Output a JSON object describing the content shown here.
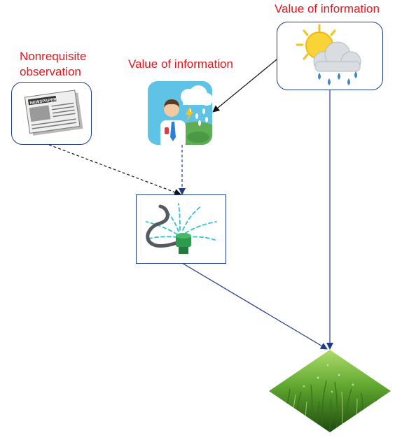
{
  "labels": {
    "weather_voi": "Value of information",
    "forecast_voi": "Value of information",
    "newspaper_line1": "Nonrequisite",
    "newspaper_line2": "observation"
  },
  "images": {
    "newspaper": {
      "icon": "newspaper-icon",
      "masthead": "NEWSPAPER"
    },
    "forecaster": {
      "icon": "weather-forecaster-icon"
    },
    "weather": {
      "icon": "sun-rain-cloud-icon"
    },
    "sprinkler": {
      "icon": "sprinkler-icon"
    },
    "outcome": {
      "icon": "grass-icon"
    }
  },
  "colors": {
    "label_red": "#e8141a",
    "edge_blue": "#1f3b8c"
  }
}
